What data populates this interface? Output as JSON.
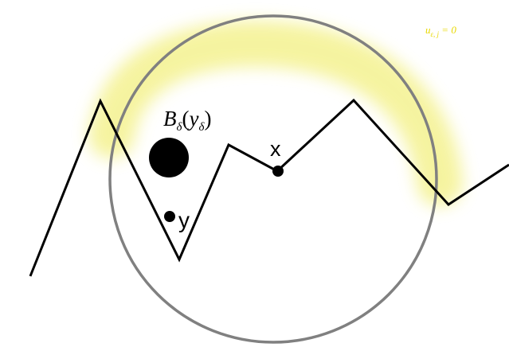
{
  "diagram": {
    "boundary_annotation": {
      "base": "u",
      "sub": "ε, j",
      "rest": " = 0"
    },
    "ball_label": {
      "B": "B",
      "sub1": "δ",
      "open": "(",
      "y": "y",
      "sub2": "δ",
      "close": ")"
    },
    "point_x_label": "x",
    "point_y_label": "y",
    "colors": {
      "highlight": "#f2f098",
      "annotation": "#e8d800",
      "circle": "#808080",
      "boundary": "#000000",
      "point": "#000000"
    }
  }
}
